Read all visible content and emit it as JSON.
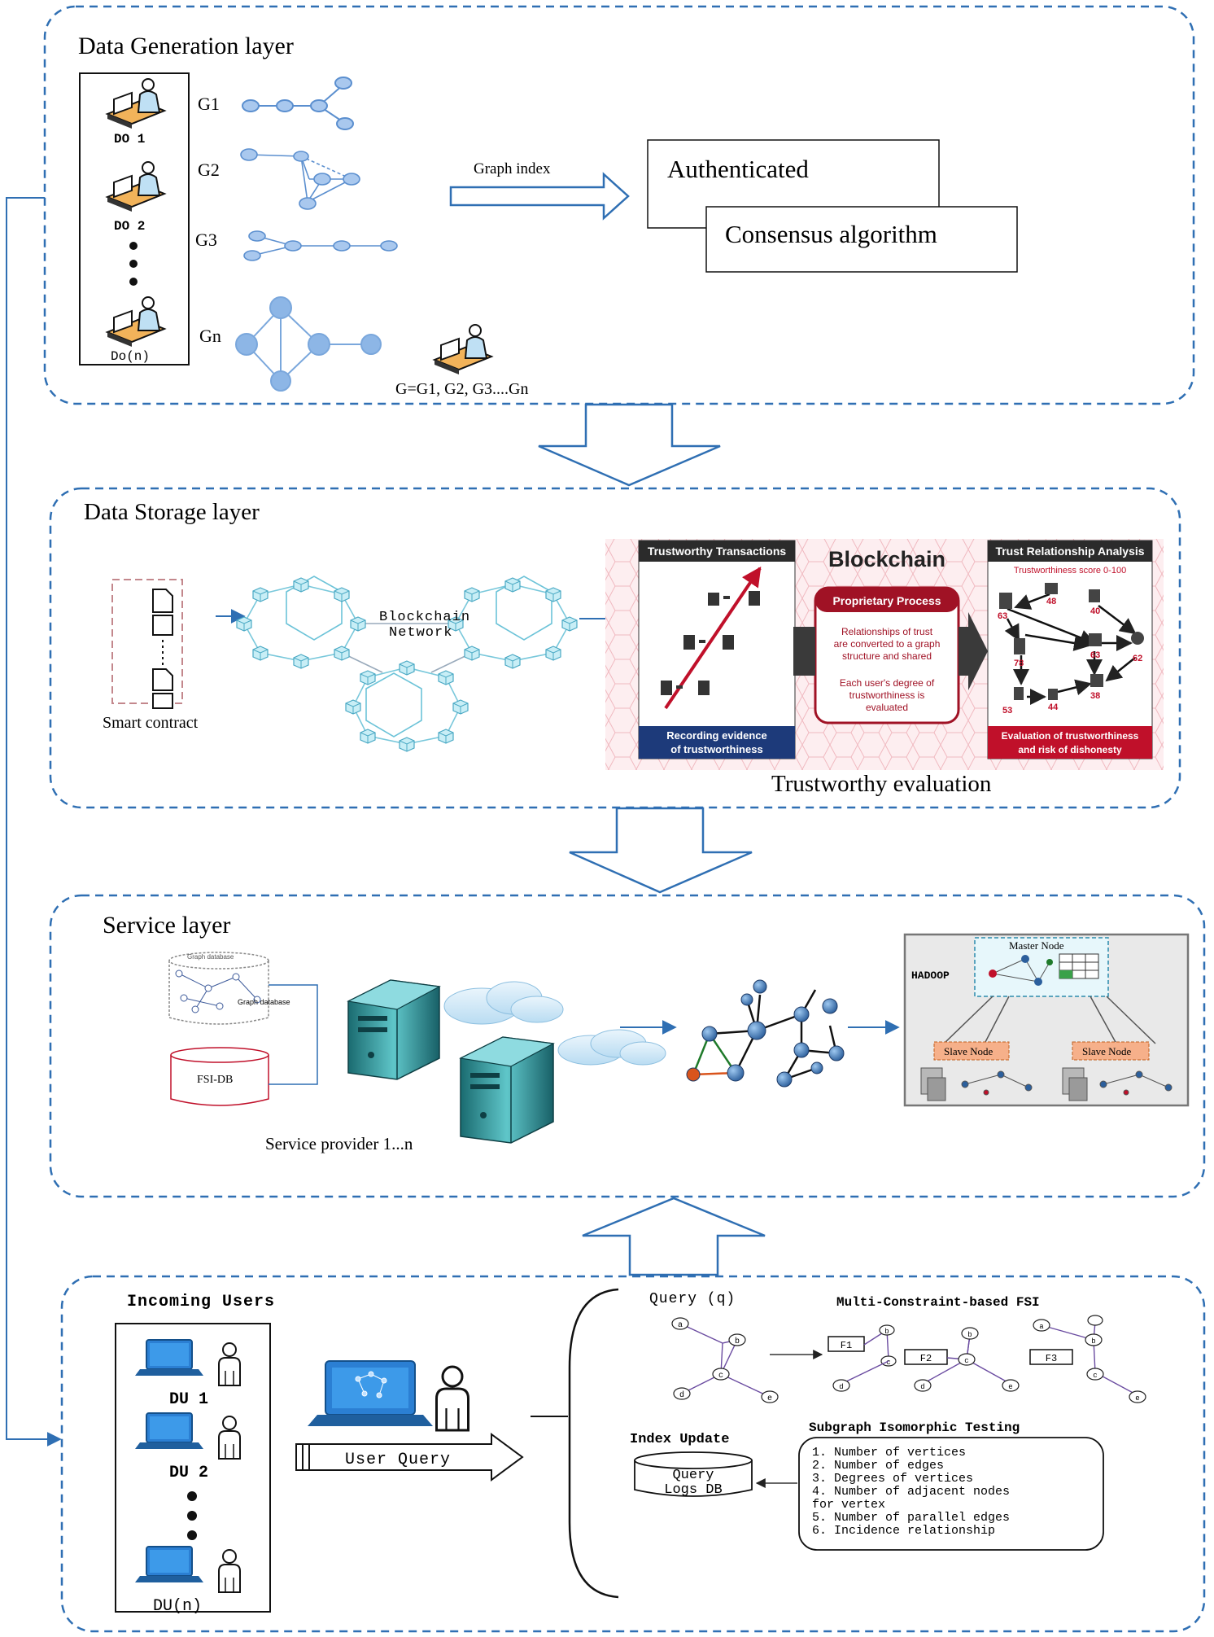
{
  "layers": {
    "generation": {
      "title": "Data Generation layer",
      "owners": [
        "DO 1",
        "DO 2",
        "Do(n)"
      ],
      "graphs": [
        "G1",
        "G2",
        "G3",
        "Gn"
      ],
      "arrow_label": "Graph index",
      "box_top": "Authenticated",
      "box_bottom": "Consensus algorithm",
      "union_label": "G=G1, G2, G3....Gn"
    },
    "storage": {
      "title": "Data Storage layer",
      "contract_label": "Smart contract",
      "network_label_1": "Blockchain",
      "network_label_2": "Network",
      "panel_left_header": "Trustworthy Transactions",
      "panel_left_footer_1": "Recording evidence",
      "panel_left_footer_2": "of trustworthiness",
      "panel_center_title": "Blockchain",
      "panel_center_process": "Proprietary Process",
      "panel_center_text_1": "Relationships of trust",
      "panel_center_text_2": "are converted to a graph",
      "panel_center_text_3": "structure and shared",
      "panel_center_text_4": "Each user's degree of",
      "panel_center_text_5": "trustworthiness is",
      "panel_center_text_6": "evaluated",
      "panel_right_header": "Trust Relationship Analysis",
      "panel_right_sub": "Trustworthiness score 0-100",
      "panel_right_scores": [
        "63",
        "48",
        "40",
        "78",
        "63",
        "62",
        "53",
        "44",
        "38"
      ],
      "panel_right_footer_1": "Evaluation of trustworthiness",
      "panel_right_footer_2": "and risk of dishonesty",
      "caption": "Trustworthy evaluation"
    },
    "service": {
      "title": "Service layer",
      "graph_db_label_1": "Graph database",
      "graph_db_label_2": "Graph database",
      "fsi_db_label": "FSI-DB",
      "provider_label": "Service provider 1...n",
      "hadoop_label": "HADOOP",
      "master_label": "Master Node",
      "slave_label_1": "Slave Node",
      "slave_label_2": "Slave Node"
    },
    "users": {
      "title": "Incoming Users",
      "users": [
        "DU 1",
        "DU 2",
        "DU(n)"
      ],
      "query_arrow": "User Query",
      "query_label": "Query (q)",
      "fsi_title": "Multi-Constraint-based FSI",
      "fsi_tags": [
        "F1",
        "F2",
        "F3"
      ],
      "index_update": "Index Update",
      "logs_db_1": "Query",
      "logs_db_2": "Logs DB",
      "iso_title": "Subgraph Isomorphic Testing",
      "iso_items": [
        "1. Number of vertices",
        "2. Number of edges",
        "3. Degrees of vertices",
        "4. Number of adjacent nodes",
        "for vertex",
        "5. Number of parallel edges",
        "6. Incidence relationship"
      ],
      "node_letters": [
        "a",
        "b",
        "c",
        "d",
        "e"
      ]
    }
  }
}
